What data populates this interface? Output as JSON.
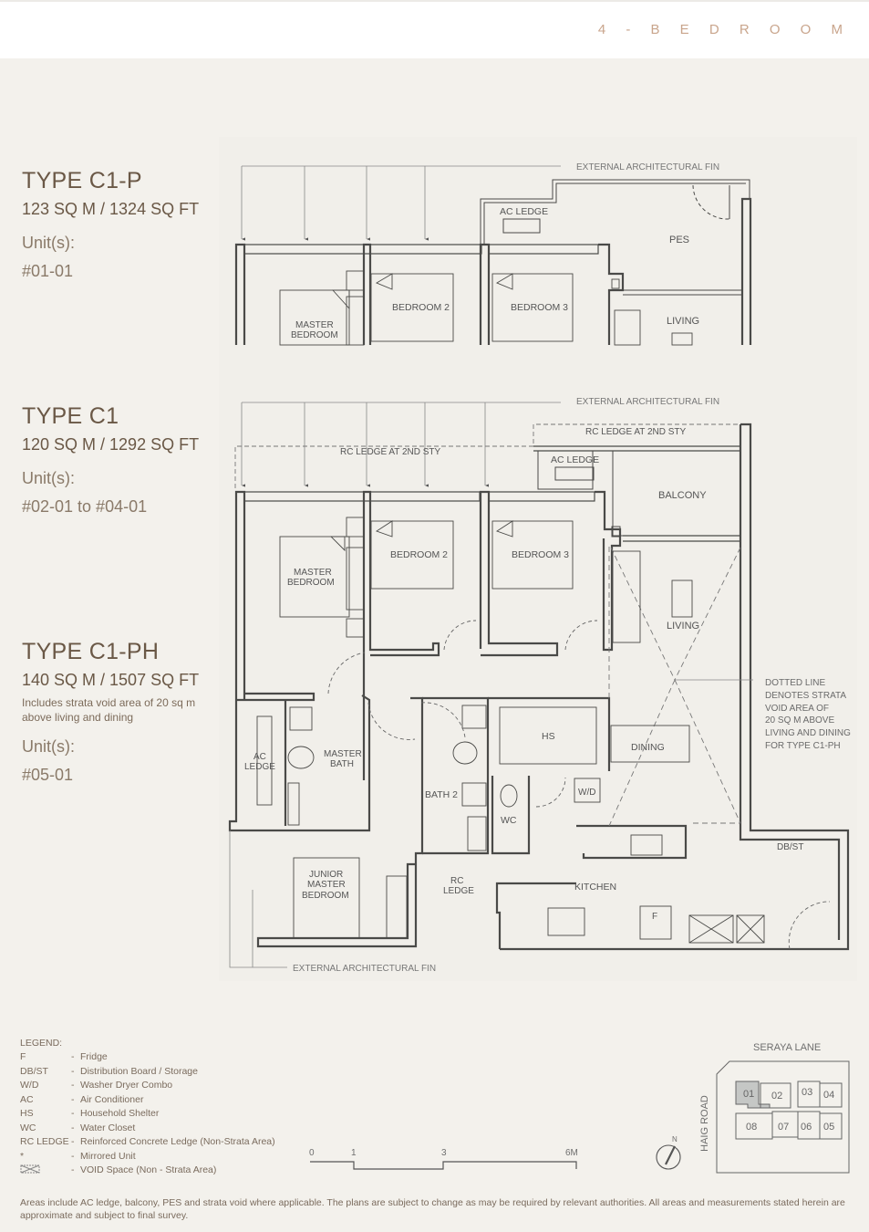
{
  "header": {
    "category": "4 - B E D R O O M"
  },
  "types": [
    {
      "title": "TYPE C1-P",
      "area": "123 SQ M / 1324 SQ FT",
      "note": "",
      "units_label": "Unit(s):",
      "units": "#01-01"
    },
    {
      "title": "TYPE C1",
      "area": "120 SQ M / 1292 SQ FT",
      "note": "",
      "units_label": "Unit(s):",
      "units": "#02-01 to #04-01"
    },
    {
      "title": "TYPE C1-PH",
      "area": "140 SQ M / 1507 SQ FT",
      "note": "Includes strata void area of 20 sq m above living and dining",
      "units_label": "Unit(s):",
      "units": "#05-01"
    }
  ],
  "plan_c1p": {
    "fin_label": "EXTERNAL ARCHITECTURAL FIN",
    "rooms": {
      "ac_ledge": "AC LEDGE",
      "pes": "PES",
      "master_bedroom": "MASTER BEDROOM",
      "bedroom2": "BEDROOM 2",
      "bedroom3": "BEDROOM 3",
      "living": "LIVING"
    }
  },
  "plan_c1": {
    "fin_label_top": "EXTERNAL ARCHITECTURAL FIN",
    "fin_label_bottom": "EXTERNAL ARCHITECTURAL FIN",
    "rc_ledge_2nd_left": "RC LEDGE AT 2ND STY",
    "rc_ledge_2nd_right": "RC LEDGE AT 2ND STY",
    "rooms": {
      "ac_ledge_top": "AC LEDGE",
      "balcony": "BALCONY",
      "master_bedroom": "MASTER BEDROOM",
      "bedroom2": "BEDROOM 2",
      "bedroom3": "BEDROOM 3",
      "living": "LIVING",
      "ac_ledge_left": "AC LEDGE",
      "master_bath": "MASTER BATH",
      "bath2": "BATH 2",
      "hs": "HS",
      "wc": "WC",
      "wd": "W/D",
      "dining": "DINING",
      "db_st": "DB/ST",
      "junior_master": "JUNIOR MASTER BEDROOM",
      "rc_ledge": "RC LEDGE",
      "kitchen": "KITCHEN",
      "fridge": "F"
    },
    "void_note": [
      "DOTTED LINE",
      "DENOTES STRATA",
      "VOID AREA OF",
      "20 SQ M ABOVE",
      "LIVING AND DINING",
      "FOR TYPE C1-PH"
    ]
  },
  "legend": {
    "title": "LEGEND:",
    "items": [
      {
        "key": "F",
        "desc": "Fridge"
      },
      {
        "key": "DB/ST",
        "desc": "Distribution Board / Storage"
      },
      {
        "key": "W/D",
        "desc": "Washer Dryer Combo"
      },
      {
        "key": "AC",
        "desc": "Air Conditioner"
      },
      {
        "key": "HS",
        "desc": "Household Shelter"
      },
      {
        "key": "WC",
        "desc": "Water Closet"
      },
      {
        "key": "RC LEDGE",
        "desc": "Reinforced Concrete Ledge (Non-Strata Area)"
      },
      {
        "key": "*",
        "desc": "Mirrored Unit"
      },
      {
        "key": "void-icon",
        "desc": "VOID Space (Non - Strata Area)"
      }
    ],
    "dash": "-"
  },
  "scale": {
    "ticks": [
      "0",
      "1",
      "3",
      "6M"
    ]
  },
  "compass": {
    "label": "N"
  },
  "keyplan": {
    "road_top": "SERAYA LANE",
    "road_left": "HAIG ROAD",
    "highlight_color": "#c5c7c5",
    "units": [
      "01",
      "02",
      "03",
      "04",
      "08",
      "07",
      "06",
      "05"
    ],
    "selected": "01"
  },
  "disclaimer": "Areas include AC ledge, balcony, PES and strata void where applicable. The plans are subject to change as may be required by relevant authorities. All areas and measurements stated herein are approximate and subject to final survey.",
  "colors": {
    "accent": "#c9a58c",
    "wall": "#4a4a48",
    "background": "#f3f1ec",
    "text": "#6a5846"
  }
}
